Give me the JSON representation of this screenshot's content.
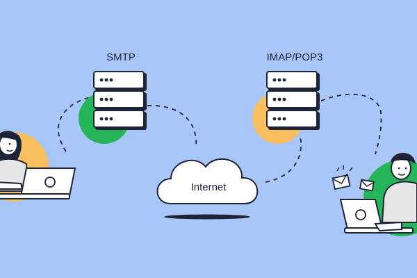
{
  "labels": {
    "smtp": "SMTP",
    "imap_pop3": "IMAP/POP3",
    "internet": "Internet"
  },
  "colors": {
    "background": "#a9c6f9",
    "outline": "#1e2436",
    "white": "#ffffff",
    "orange": "#f9bf5f",
    "green": "#27b55a",
    "skin": "#f2f2f2"
  },
  "icons": [
    "server-icon",
    "cloud-icon",
    "laptop-icon",
    "envelope-icon",
    "person-icon"
  ]
}
